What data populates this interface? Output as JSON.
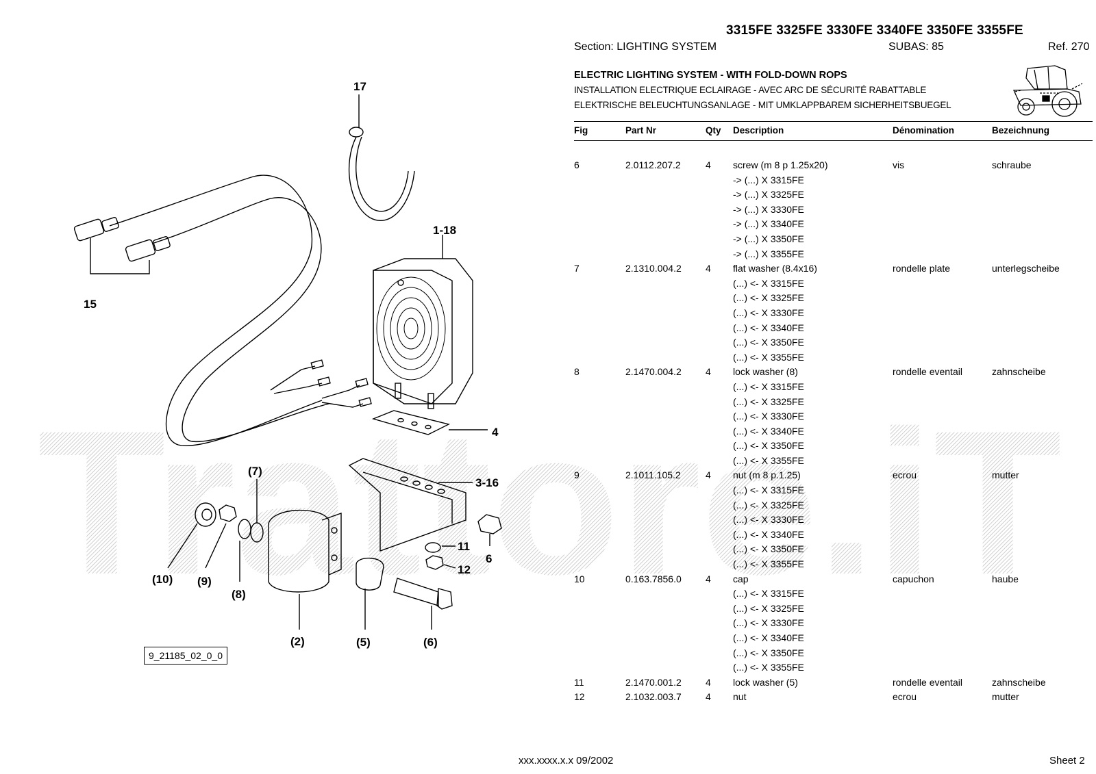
{
  "header": {
    "models": "3315FE 3325FE 3330FE 3340FE 3350FE 3355FE",
    "section": "Section: LIGHTING  SYSTEM",
    "subas": "SUBAS: 85",
    "ref": "Ref. 270",
    "title_en": "ELECTRIC LIGHTING SYSTEM - WITH FOLD-DOWN ROPS",
    "title_fr": "INSTALLATION ELECTRIQUE ECLAIRAGE - AVEC ARC DE SÉCURITÉ RABATTABLE",
    "title_de": "ELEKTRISCHE BELEUCHTUNGSANLAGE - MIT UMKLAPPBAREM SICHERHEITSBUEGEL"
  },
  "columns": {
    "fig": "Fig",
    "part": "Part Nr",
    "qty": "Qty",
    "desc": "Description",
    "den": "Dénomination",
    "bez": "Bezeichnung"
  },
  "rows": [
    {
      "fig": "6",
      "part": "2.0112.207.2",
      "qty": "4",
      "desc": "screw (m 8 p 1.25x20)",
      "den": "vis",
      "bez": "schraube"
    },
    {
      "fig": "",
      "part": "",
      "qty": "",
      "desc": "-> (...) X  3315FE",
      "den": "",
      "bez": ""
    },
    {
      "fig": "",
      "part": "",
      "qty": "",
      "desc": "-> (...) X  3325FE",
      "den": "",
      "bez": ""
    },
    {
      "fig": "",
      "part": "",
      "qty": "",
      "desc": "-> (...) X  3330FE",
      "den": "",
      "bez": ""
    },
    {
      "fig": "",
      "part": "",
      "qty": "",
      "desc": "-> (...) X  3340FE",
      "den": "",
      "bez": ""
    },
    {
      "fig": "",
      "part": "",
      "qty": "",
      "desc": "-> (...) X  3350FE",
      "den": "",
      "bez": ""
    },
    {
      "fig": "",
      "part": "",
      "qty": "",
      "desc": "-> (...) X  3355FE",
      "den": "",
      "bez": ""
    },
    {
      "fig": "7",
      "part": "2.1310.004.2",
      "qty": "4",
      "desc": "flat washer (8.4x16)",
      "den": "rondelle plate",
      "bez": "unterlegscheibe"
    },
    {
      "fig": "",
      "part": "",
      "qty": "",
      "desc": "(...) <- X 3315FE",
      "den": "",
      "bez": ""
    },
    {
      "fig": "",
      "part": "",
      "qty": "",
      "desc": "(...) <- X 3325FE",
      "den": "",
      "bez": ""
    },
    {
      "fig": "",
      "part": "",
      "qty": "",
      "desc": "(...) <- X 3330FE",
      "den": "",
      "bez": ""
    },
    {
      "fig": "",
      "part": "",
      "qty": "",
      "desc": "(...) <- X 3340FE",
      "den": "",
      "bez": ""
    },
    {
      "fig": "",
      "part": "",
      "qty": "",
      "desc": "(...) <- X 3350FE",
      "den": "",
      "bez": ""
    },
    {
      "fig": "",
      "part": "",
      "qty": "",
      "desc": "(...) <- X 3355FE",
      "den": "",
      "bez": ""
    },
    {
      "fig": "8",
      "part": "2.1470.004.2",
      "qty": "4",
      "desc": "lock washer (8)",
      "den": "rondelle eventail",
      "bez": "zahnscheibe"
    },
    {
      "fig": "",
      "part": "",
      "qty": "",
      "desc": "(...) <- X 3315FE",
      "den": "",
      "bez": ""
    },
    {
      "fig": "",
      "part": "",
      "qty": "",
      "desc": "(...) <- X 3325FE",
      "den": "",
      "bez": ""
    },
    {
      "fig": "",
      "part": "",
      "qty": "",
      "desc": "(...) <- X 3330FE",
      "den": "",
      "bez": ""
    },
    {
      "fig": "",
      "part": "",
      "qty": "",
      "desc": "(...) <- X 3340FE",
      "den": "",
      "bez": ""
    },
    {
      "fig": "",
      "part": "",
      "qty": "",
      "desc": "(...) <- X 3350FE",
      "den": "",
      "bez": ""
    },
    {
      "fig": "",
      "part": "",
      "qty": "",
      "desc": "(...) <- X 3355FE",
      "den": "",
      "bez": ""
    },
    {
      "fig": "9",
      "part": "2.1011.105.2",
      "qty": "4",
      "desc": "nut (m 8 p.1.25)",
      "den": "ecrou",
      "bez": "mutter"
    },
    {
      "fig": "",
      "part": "",
      "qty": "",
      "desc": "(...) <- X 3315FE",
      "den": "",
      "bez": ""
    },
    {
      "fig": "",
      "part": "",
      "qty": "",
      "desc": "(...) <- X 3325FE",
      "den": "",
      "bez": ""
    },
    {
      "fig": "",
      "part": "",
      "qty": "",
      "desc": "(...) <- X 3330FE",
      "den": "",
      "bez": ""
    },
    {
      "fig": "",
      "part": "",
      "qty": "",
      "desc": "(...) <- X 3340FE",
      "den": "",
      "bez": ""
    },
    {
      "fig": "",
      "part": "",
      "qty": "",
      "desc": "(...) <- X 3350FE",
      "den": "",
      "bez": ""
    },
    {
      "fig": "",
      "part": "",
      "qty": "",
      "desc": "(...) <- X 3355FE",
      "den": "",
      "bez": ""
    },
    {
      "fig": "10",
      "part": "0.163.7856.0",
      "qty": "4",
      "desc": "cap",
      "den": "capuchon",
      "bez": "haube"
    },
    {
      "fig": "",
      "part": "",
      "qty": "",
      "desc": "(...) <- X 3315FE",
      "den": "",
      "bez": ""
    },
    {
      "fig": "",
      "part": "",
      "qty": "",
      "desc": "(...) <- X 3325FE",
      "den": "",
      "bez": ""
    },
    {
      "fig": "",
      "part": "",
      "qty": "",
      "desc": "(...) <- X 3330FE",
      "den": "",
      "bez": ""
    },
    {
      "fig": "",
      "part": "",
      "qty": "",
      "desc": "(...) <- X 3340FE",
      "den": "",
      "bez": ""
    },
    {
      "fig": "",
      "part": "",
      "qty": "",
      "desc": "(...) <- X 3350FE",
      "den": "",
      "bez": ""
    },
    {
      "fig": "",
      "part": "",
      "qty": "",
      "desc": "(...) <- X 3355FE",
      "den": "",
      "bez": ""
    },
    {
      "fig": "11",
      "part": "2.1470.001.2",
      "qty": "4",
      "desc": "lock washer (5)",
      "den": "rondelle eventail",
      "bez": "zahnscheibe"
    },
    {
      "fig": "12",
      "part": "2.1032.003.7",
      "qty": "4",
      "desc": "nut",
      "den": "ecrou",
      "bez": "mutter"
    }
  ],
  "diagram": {
    "labels": {
      "l17": "17",
      "l1_18": "1-18",
      "l15": "15",
      "l4": "4",
      "l3_16": "3-16",
      "l7": "(7)",
      "l11": "11",
      "l6": "6",
      "l12": "12",
      "l10": "(10)",
      "l9": "(9)",
      "l8": "(8)",
      "l2": "(2)",
      "l5": "(5)",
      "l6b": "(6)"
    },
    "drawing_ref": "9_21185_02_0_0"
  },
  "watermark": "Trattore.iT",
  "footer": {
    "code": "xxx.xxxx.x.x  09/2002",
    "sheet": "Sheet 2"
  }
}
